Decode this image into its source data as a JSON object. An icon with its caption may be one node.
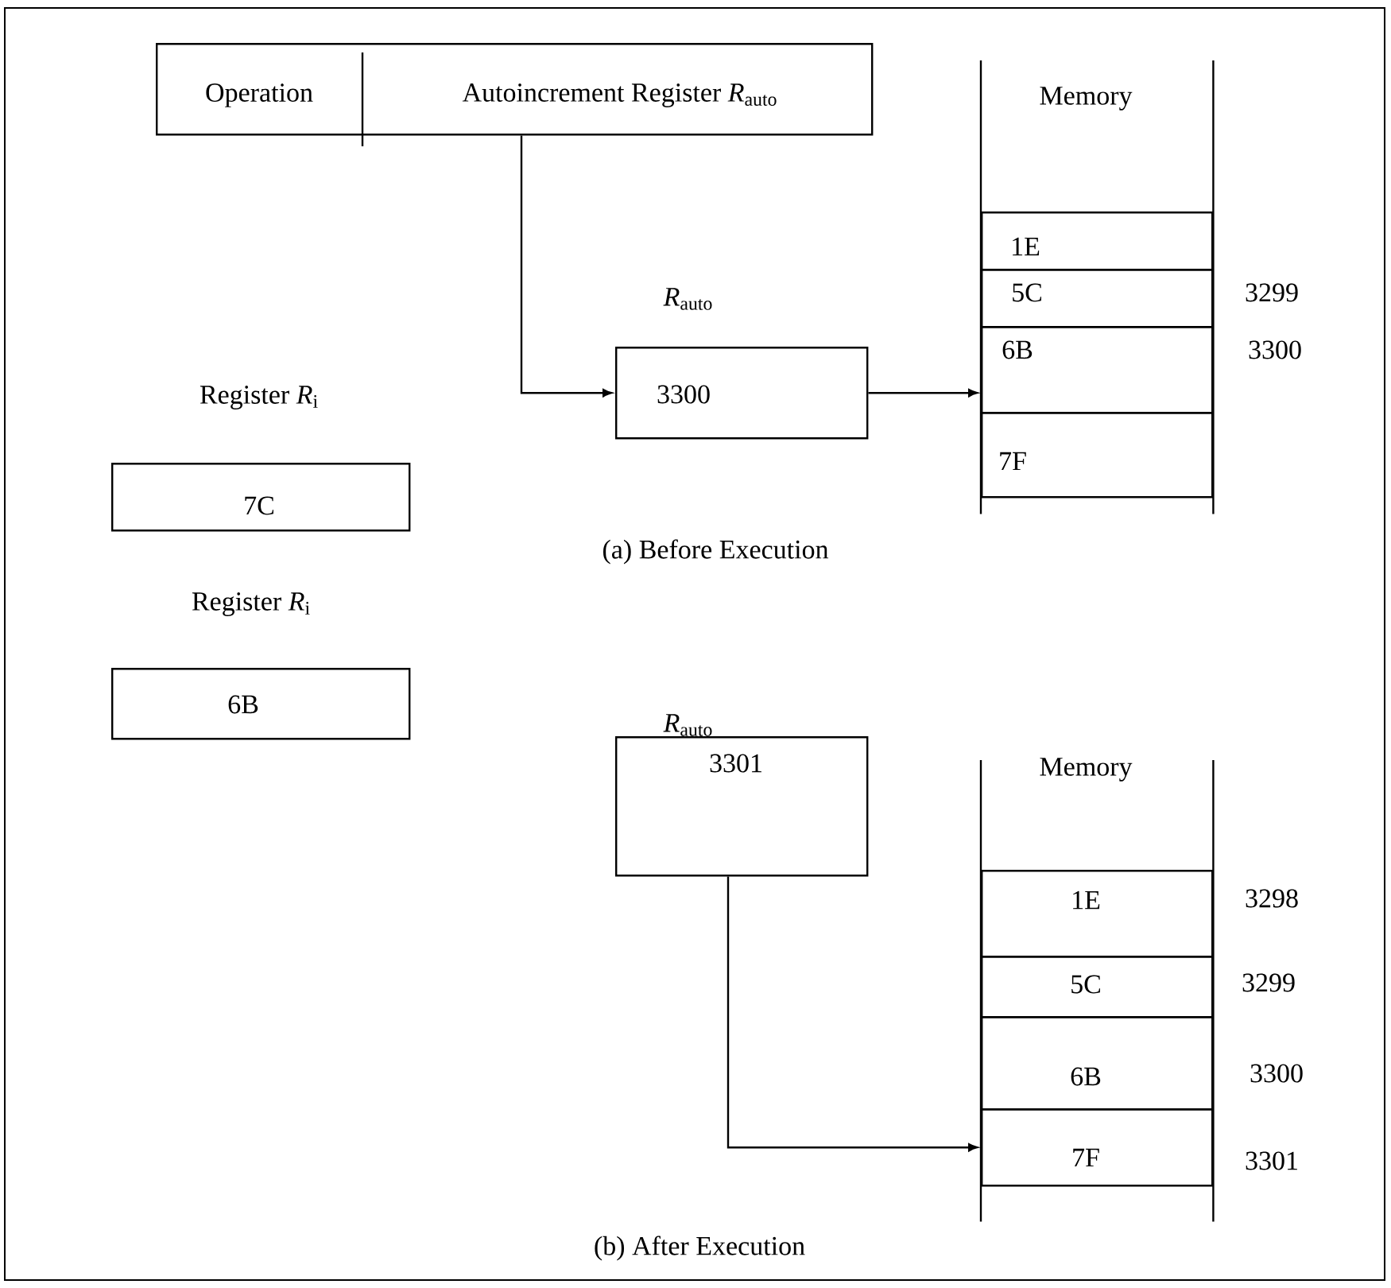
{
  "diagram": {
    "nodes": [
      {
        "text": [
          "Operation",
          "Autoincrement Register *R*$_{auto}$"
        ]
      },
      {
        "text": [
          "Memory"
        ]
      },
      {
        "text": [
          "1E"
        ],
        "in": 1
      },
      {
        "text": [
          "5C"
        ],
        "in": 1,
        "beside": [
          "3299"
        ]
      },
      {
        "text": [
          "6B"
        ],
        "in": 1,
        "beside": [
          "3300"
        ]
      },
      {
        "text": [
          "7F"
        ],
        "in": 1
      },
      {
        "text": [
          "*R*$_{auto}$",
          "3300"
        ]
      },
      {
        "text": [
          "Register *R*$_{i}$",
          "7C"
        ]
      },
      {
        "text": [
          "Register *R*$_{i}$",
          "6B"
        ]
      },
      {
        "text": [
          "*R*$_{auto}$",
          "3301"
        ]
      },
      {
        "text": [
          "Memory"
        ]
      },
      {
        "text": [
          "1E"
        ],
        "in": 10,
        "beside": [
          "3298"
        ]
      },
      {
        "text": [
          "5C"
        ],
        "in": 10,
        "beside": [
          "3299"
        ]
      },
      {
        "text": [
          "6B"
        ],
        "in": 10,
        "beside": [
          "3300"
        ]
      },
      {
        "text": [
          "7F"
        ],
        "in": 10,
        "beside": [
          "3301"
        ]
      }
    ],
    "edges": [
      {
        "from": 0,
        "to": 6,
        "arrow": "to"
      },
      {
        "from": 6,
        "to": 4,
        "arrow": "to"
      },
      {
        "from": 9,
        "to": 14,
        "arrow": "to"
      }
    ],
    "labels": [
      "(a)  Before Execution",
      "(b) After Execution"
    ]
  }
}
